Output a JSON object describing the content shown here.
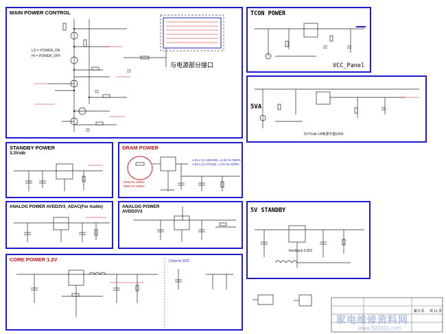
{
  "panels": {
    "main": {
      "title": "MAIN POWER CONTROL",
      "note_on": "LO = POWER_ON",
      "note_off": "HI = POWER_OFF",
      "interface_label": "与电源部分接口"
    },
    "tcon": {
      "title": "TCON POWER",
      "vcc_label": "VCC_Panel"
    },
    "fiveva": {
      "title": "5VA",
      "note": "5V7Vstb 1A电源不能3435"
    },
    "standby": {
      "title": "STANDBY POWER",
      "subtitle": "3.3Vstb"
    },
    "dram": {
      "title": "DRAM POWER",
      "formula1": "1.25 x (1+100/100) =2.5V for DDR1",
      "formula2": "1.25 x (1+47/100) =1.8V for DDR2",
      "res_note1": "R853 for DDR1",
      "res_note2": "R854 for DDR2"
    },
    "analog1": {
      "title": "ANALOG POWER AVDD3V3_ADAC(For Audio)"
    },
    "analog2": {
      "title": "ANALOG POWER",
      "subtitle": "AVDD3V3"
    },
    "fivev": {
      "title": "5V STANDBY",
      "feedback": "feedback 0.923"
    },
    "core": {
      "title": "CORE POWER 1.2V",
      "close_note": "Close to SOC"
    }
  },
  "title_block": {
    "sheet": "第 6 页",
    "total": "共 11 页"
  },
  "watermark": {
    "brand": "家电维修资料网",
    "url": "www.520101.com"
  },
  "colors": {
    "frame": "#1c1ccc",
    "net": "#c81818",
    "wire": "#222222"
  }
}
